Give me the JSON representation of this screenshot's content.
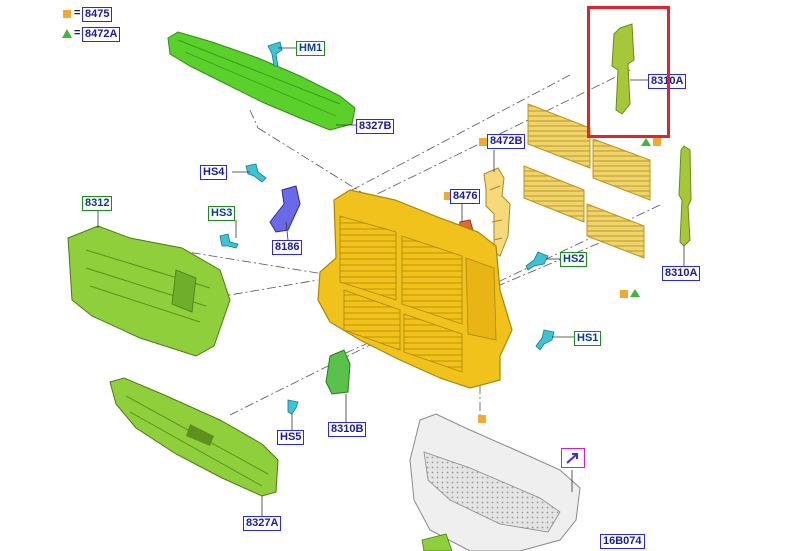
{
  "legend": [
    {
      "symbol": "orange-square",
      "equals": "=",
      "code": "8475"
    },
    {
      "symbol": "green-triangle",
      "equals": "=",
      "code": "8472A"
    }
  ],
  "callouts": {
    "hm1": "HM1",
    "b8327b": "8327B",
    "b8310a_top": "8310A",
    "b8472b": "8472B",
    "hs4": "HS4",
    "hs3": "HS3",
    "b8186": "8186",
    "b8312": "8312",
    "b8476": "8476",
    "hs2": "HS2",
    "b8310a_right": "8310A",
    "hs1": "HS1",
    "hs5": "HS5",
    "b8310b": "8310B",
    "b8327a": "8327A",
    "b16b074": "16B074"
  },
  "colors": {
    "part_green": "#8fcf3c",
    "part_green_bright": "#5ad12a",
    "part_yellow": "#f1c21b",
    "part_amber": "#e9c84a",
    "fastener_cyan": "#3cc3d6",
    "label_blue": "#2b2bd6",
    "label_green": "#1f8a1f",
    "highlight_red": "#e0232c",
    "legend_orange": "#f2a930"
  }
}
